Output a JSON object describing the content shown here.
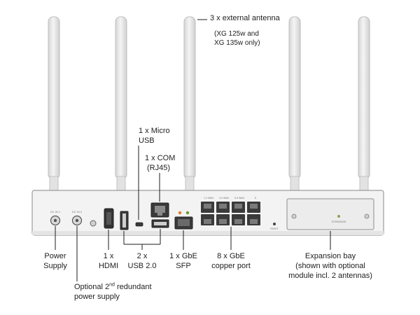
{
  "labels": {
    "antenna_title": "3 x external antenna",
    "antenna_note_1": "(XG 125w and",
    "antenna_note_2": "XG 135w only)",
    "micro_usb_1": "1 x Micro",
    "micro_usb_2": "USB",
    "com_1": "1 x COM",
    "com_2": "(RJ45)",
    "power_1": "Power",
    "power_2": "Supply",
    "hdmi_1": "1 x",
    "hdmi_2": "HDMI",
    "usb_1": "2 x",
    "usb_2": "USB 2.0",
    "sfp_1": "1 x GbE",
    "sfp_2": "SFP",
    "copper_1": "8 x GbE",
    "copper_2": "copper port",
    "expansion_1": "Expansion bay",
    "expansion_2": "(shown with optional",
    "expansion_3": "module incl. 2 antennas)",
    "optional_ps_1a": "Optional 2",
    "optional_ps_1sup": "nd",
    "optional_ps_1b": " redundant",
    "optional_ps_2": "power supply"
  },
  "device_marks": {
    "dc_in_1": "DC IN 1",
    "dc_in_2": "DC IN 2",
    "port_group_1": "1-2 WAN",
    "port_group_2": "3-4 WAN",
    "port_group_3": "5-6 WAN",
    "port_group_4": "8",
    "reset": "RESET",
    "expansion": "EXPANSION"
  },
  "colors": {
    "chassis": "#f2f2f2",
    "outline": "#9a9a9a",
    "antenna": "#e6e6e6",
    "port": "#3a3a3a",
    "led_orange": "#e07a2a",
    "led_green": "#6a9a2a",
    "callout_line": "#1e1e1e"
  }
}
